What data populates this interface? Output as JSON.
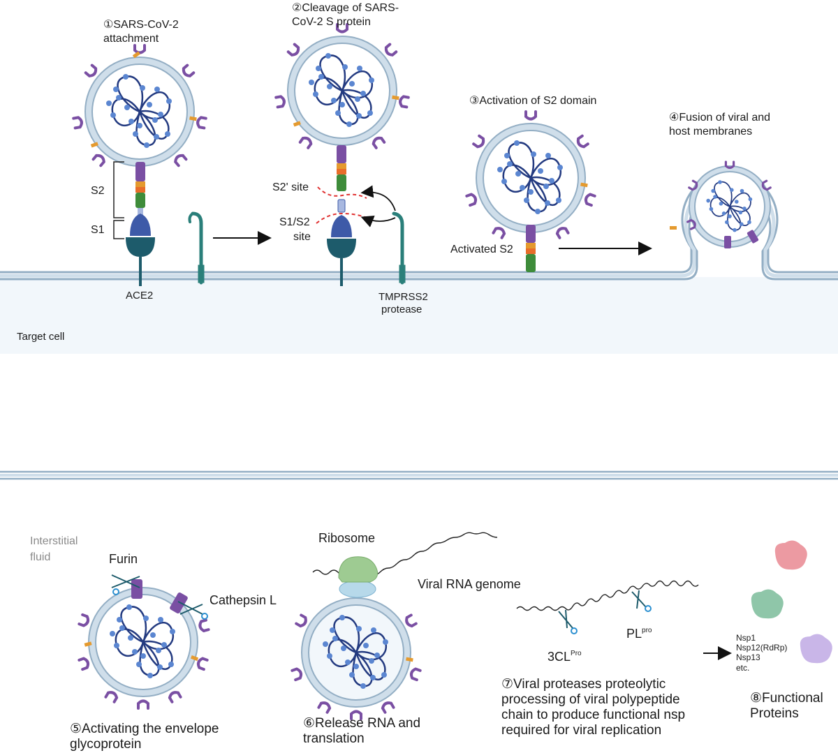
{
  "steps": {
    "s1": [
      "①SARS-CoV-2",
      "attachment"
    ],
    "s2": [
      "②Cleavage of SARS-",
      "CoV-2 S protein"
    ],
    "s3": "③Activation of S2 domain",
    "s4": [
      "④Fusion of viral and",
      "host membranes"
    ],
    "s5": [
      "⑤Activating the envelope",
      "glycoprotein"
    ],
    "s6": [
      "⑥Release RNA and",
      "translation"
    ],
    "s7": [
      "⑦Viral proteases proteolytic",
      "processing of viral polypeptide",
      "chain to produce functional nsp",
      "required for viral replication"
    ],
    "s8": [
      "⑧Functional",
      "Proteins"
    ]
  },
  "labels": {
    "s2_domain": "S2",
    "s1_domain": "S1",
    "ace2": "ACE2",
    "s2prime_site": "S2' site",
    "s1s2_site": [
      "S1/S2",
      "site"
    ],
    "tmprss2": [
      "TMPRSS2",
      "protease"
    ],
    "activated_s2": "Activated S2",
    "target_cell": "Target cell",
    "interstitial": [
      "Interstitial",
      "fluid"
    ],
    "furin": "Furin",
    "cathepsin": "Cathepsin L",
    "ribosome": "Ribosome",
    "viral_rna": "Viral RNA genome",
    "cl3_base": "3CL",
    "cl3_sup": "Pro",
    "pl_base": "PL",
    "pl_sup": "pro",
    "nsps": [
      "Nsp1",
      "Nsp12(RdRp)",
      "Nsp13",
      "etc."
    ]
  },
  "colors": {
    "membrane_fill": "#cfdeea",
    "membrane_stroke": "#93aec4",
    "cell_fill": "#f2f7fb",
    "spike_purple": "#7a4fa3",
    "spike_orange": "#e59a2e",
    "spike_green": "#3e8c3a",
    "rbd_blue": "#3e5aa8",
    "ace2_teal": "#1d5b6b",
    "tmprss2_teal": "#2a7f7a",
    "rna_blue": "#233a80",
    "dot_blue": "#5b86d1",
    "protein_red": "#ec9aa2",
    "protein_green": "#8fc6a9",
    "protein_lilac": "#c9b6e8"
  }
}
